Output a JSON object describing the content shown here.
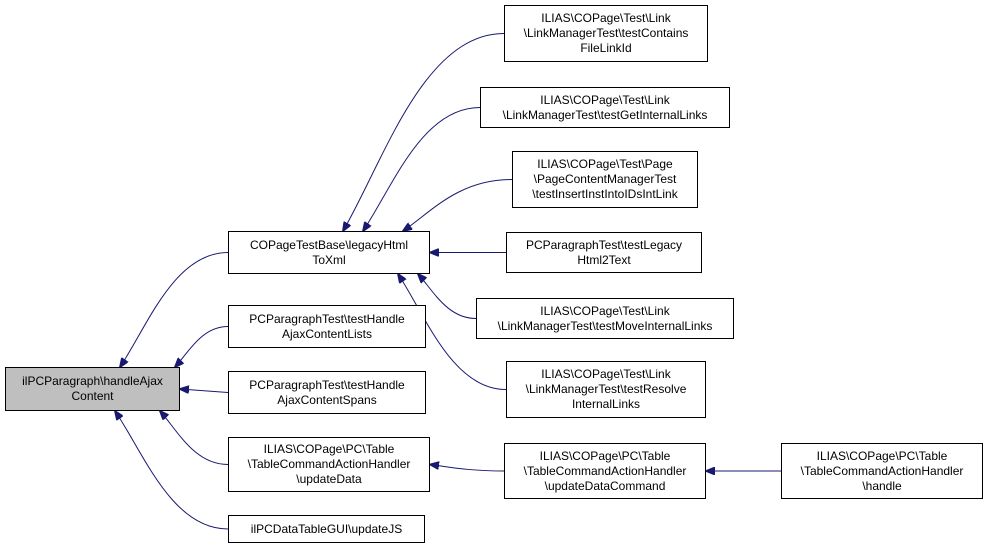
{
  "diagram": {
    "edge_color": "#191970",
    "root_fill": "#bfbfbf",
    "nodes": {
      "root": [
        "ilPCParagraph\\handleAjax",
        "Content"
      ],
      "legacy": [
        "COPageTestBase\\legacyHtml",
        "ToXml"
      ],
      "lists": [
        "PCParagraphTest\\testHandle",
        "AjaxContentLists"
      ],
      "spans": [
        "PCParagraphTest\\testHandle",
        "AjaxContentSpans"
      ],
      "upd": [
        "ILIAS\\COPage\\PC\\Table",
        "\\TableCommandActionHandler",
        "\\updateData"
      ],
      "js": [
        "ilPCDataTableGUI\\updateJS"
      ],
      "t1": [
        "ILIAS\\COPage\\Test\\Link",
        "\\LinkManagerTest\\testContains",
        "FileLinkId"
      ],
      "t2": [
        "ILIAS\\COPage\\Test\\Link",
        "\\LinkManagerTest\\testGetInternalLinks"
      ],
      "t3": [
        "ILIAS\\COPage\\Test\\Page",
        "\\PageContentManagerTest",
        "\\testInsertInstIntoIDsIntLink"
      ],
      "t4": [
        "PCParagraphTest\\testLegacy",
        "Html2Text"
      ],
      "t5": [
        "ILIAS\\COPage\\Test\\Link",
        "\\LinkManagerTest\\testMoveInternalLinks"
      ],
      "t6": [
        "ILIAS\\COPage\\Test\\Link",
        "\\LinkManagerTest\\testResolve",
        "InternalLinks"
      ],
      "updcmd": [
        "ILIAS\\COPage\\PC\\Table",
        "\\TableCommandActionHandler",
        "\\updateDataCommand"
      ],
      "handle": [
        "ILIAS\\COPage\\PC\\Table",
        "\\TableCommandActionHandler",
        "\\handle"
      ]
    },
    "edges": [
      [
        "legacy",
        "root"
      ],
      [
        "lists",
        "root"
      ],
      [
        "spans",
        "root"
      ],
      [
        "upd",
        "root"
      ],
      [
        "js",
        "root"
      ],
      [
        "t1",
        "legacy"
      ],
      [
        "t2",
        "legacy"
      ],
      [
        "t3",
        "legacy"
      ],
      [
        "t4",
        "legacy"
      ],
      [
        "t5",
        "legacy"
      ],
      [
        "t6",
        "legacy"
      ],
      [
        "updcmd",
        "upd"
      ],
      [
        "handle",
        "updcmd"
      ]
    ]
  }
}
